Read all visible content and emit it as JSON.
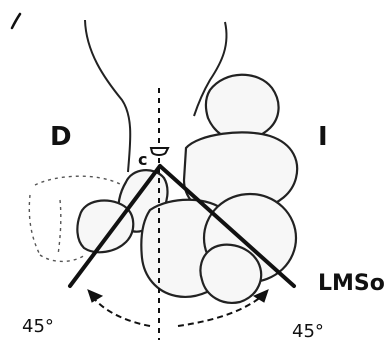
{
  "labels": {
    "left_side": "D",
    "right_side": "I",
    "pivot": "c",
    "view": "LMSo",
    "angle_left": "45°",
    "angle_right": "45°"
  },
  "colors": {
    "ink": "#111111",
    "paper": "#ffffff"
  }
}
